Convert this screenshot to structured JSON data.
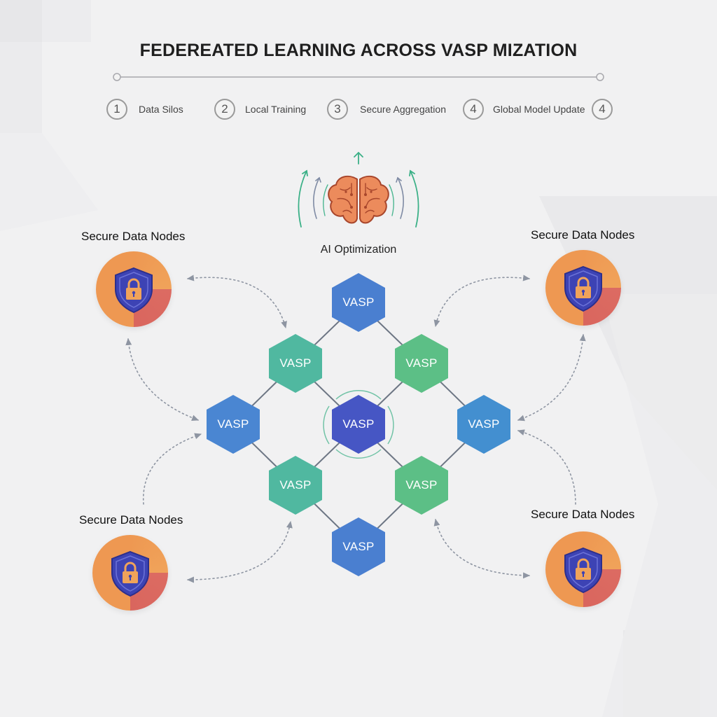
{
  "title": "FEDEREATED LEARNING ACROSS VASP MIZATION",
  "steps": [
    {
      "num": "1",
      "label": "Data Silos"
    },
    {
      "num": "2",
      "label": "Local Training"
    },
    {
      "num": "3",
      "label": "Secure Aggregation"
    },
    {
      "num": "4",
      "label": "Global Model Update"
    },
    {
      "num": "4"
    }
  ],
  "ai": {
    "label": "AI Optimization",
    "icon": "brain-icon"
  },
  "secure_nodes": [
    {
      "title": "Secure Data Nodes",
      "icon": "shield-lock-icon"
    },
    {
      "title": "Secure Data Nodes",
      "icon": "shield-lock-icon"
    },
    {
      "title": "Secure Data Nodes",
      "icon": "shield-lock-icon"
    },
    {
      "title": "Secure Data Nodes",
      "icon": "shield-lock-icon"
    }
  ],
  "vasp_nodes": [
    {
      "label": "VASP",
      "color": "#4a7fd0"
    },
    {
      "label": "VASP",
      "color": "#50b8a0"
    },
    {
      "label": "VASP",
      "color": "#5cbf86"
    },
    {
      "label": "VASP",
      "color": "#4a86d2"
    },
    {
      "label": "VASP",
      "color": "#4656c4"
    },
    {
      "label": "VASP",
      "color": "#438fd0"
    },
    {
      "label": "VASP",
      "color": "#50b8a0"
    },
    {
      "label": "VASP",
      "color": "#5cbf86"
    },
    {
      "label": "VASP",
      "color": "#4a7fd0"
    }
  ],
  "colors": {
    "shield": "#3d43b4",
    "lock": "#f0a35a",
    "brain": "#ec8b5c",
    "ai_arrows": "#3bb087",
    "network_line": "#6d7684",
    "dotted": "#8e95a2"
  }
}
